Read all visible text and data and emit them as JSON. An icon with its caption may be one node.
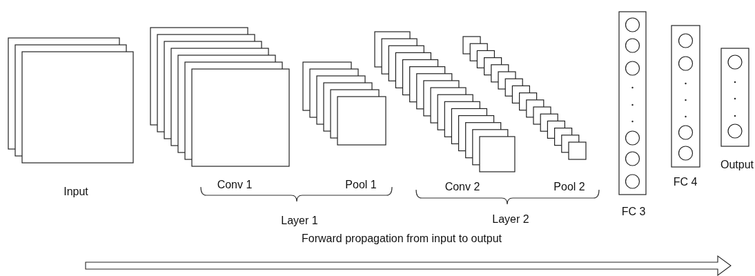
{
  "diagram": {
    "nodes": [
      {
        "text": [
          "Input"
        ]
      },
      {
        "text": [
          "Conv 1"
        ]
      },
      {
        "text": [
          "Pool 1"
        ]
      },
      {
        "text": [
          "Conv 2"
        ]
      },
      {
        "text": [
          "Pool 2"
        ]
      },
      {
        "text": [
          "FC 3"
        ]
      },
      {
        "text": [
          "FC 4"
        ]
      },
      {
        "text": [
          "Output"
        ]
      }
    ],
    "labels": [
      "Layer 1",
      "Layer 2",
      "Forward propagation from input to output"
    ]
  }
}
